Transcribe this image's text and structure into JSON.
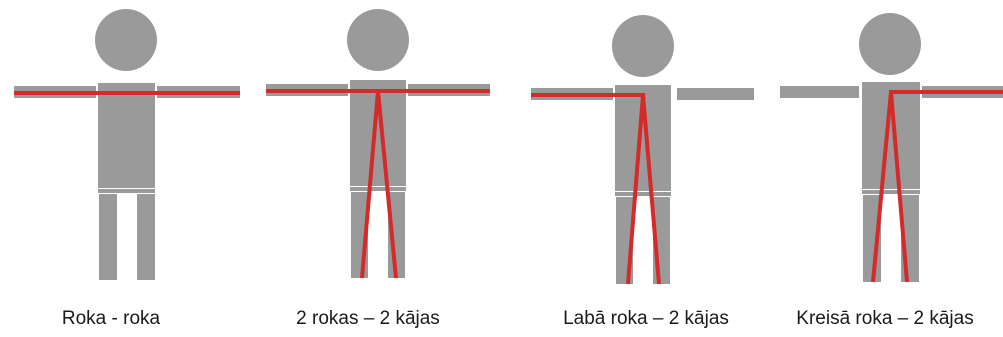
{
  "colors": {
    "body": "#9a9a9a",
    "current_path": "#d42a2a",
    "background": "#ffffff"
  },
  "figures": [
    {
      "caption": "Roka - roka",
      "path": "hand-to-hand"
    },
    {
      "caption": "2 rokas – 2 kājas",
      "path": "both-hands-to-both-feet"
    },
    {
      "caption": "Labā roka – 2 kājas",
      "path": "right-hand-to-both-feet"
    },
    {
      "caption": "Kreisā roka – 2 kājas",
      "path": "left-hand-to-both-feet"
    }
  ]
}
